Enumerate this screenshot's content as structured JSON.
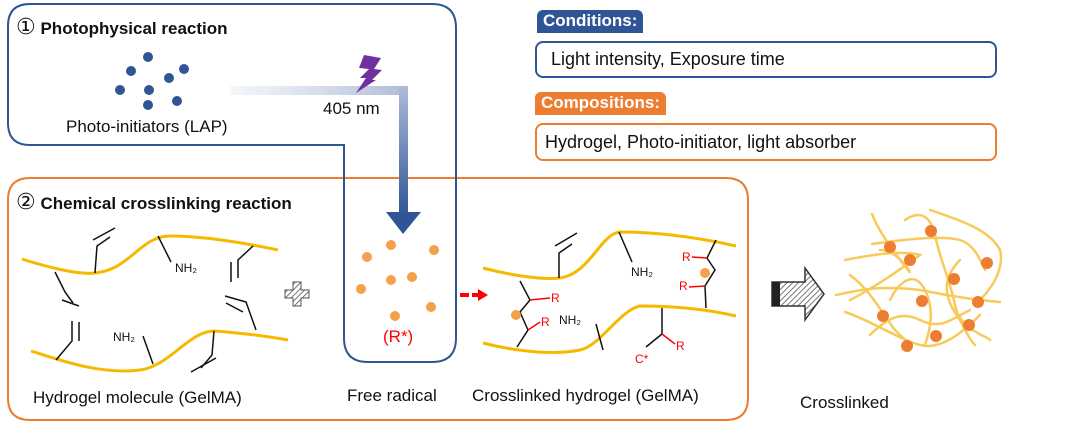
{
  "colors": {
    "blue": "#2f5597",
    "orange": "#ed7d31",
    "yellow_chain": "#f5b900",
    "radical_dot": "#f5a04a",
    "red": "#ff0000",
    "bolt": "#7030a0"
  },
  "section1": {
    "number": "①",
    "title": "Photophysical reaction",
    "photoinitiator_label": "Photo-initiators (LAP)",
    "wavelength_label": "405 nm",
    "icons": [
      "lightning-bolt-icon",
      "light-beam-arrow-icon"
    ]
  },
  "section2": {
    "number": "②",
    "title": "Chemical crosslinking reaction",
    "hydrogel_label": "Hydrogel molecule (GelMA)",
    "free_radical_label": "Free radical",
    "radical_symbol": "(R*)",
    "crosslinked_label": "Crosslinked hydrogel (GelMA)",
    "amine_group": "NH₂",
    "r_group": "R",
    "carbon_radical": "C*",
    "icons": [
      "plus-icon",
      "dashed-arrow-icon"
    ]
  },
  "conditions": {
    "tag": "Conditions:",
    "text": "Light intensity, Exposure time"
  },
  "compositions": {
    "tag": "Compositions:",
    "text": "Hydrogel, Photo-initiator, light absorber"
  },
  "network": {
    "label": "Crosslinked",
    "icons": [
      "hatched-arrow-icon",
      "crosslinked-network-icon"
    ]
  }
}
